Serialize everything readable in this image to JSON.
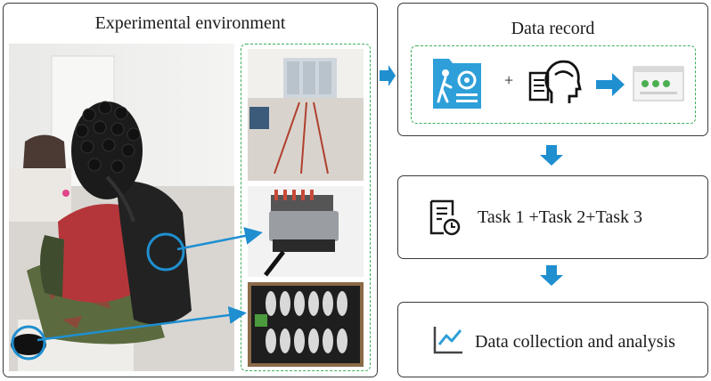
{
  "left_panel": {
    "title": "Experimental environment"
  },
  "data_record": {
    "title": "Data record",
    "plus": "+"
  },
  "tasks": {
    "label": "Task 1 +Task 2+Task 3"
  },
  "analysis": {
    "label": "Data collection and analysis"
  },
  "colors": {
    "arrow_blue": "#1f8fd0",
    "dashed_green": "#3cae5a",
    "icon_blue": "#2e9fd8"
  },
  "icons": [
    "walking-person-card-icon",
    "eeg-head-document-icon",
    "monitor-screen-icon",
    "task-clipboard-clock-icon",
    "line-chart-icon"
  ]
}
